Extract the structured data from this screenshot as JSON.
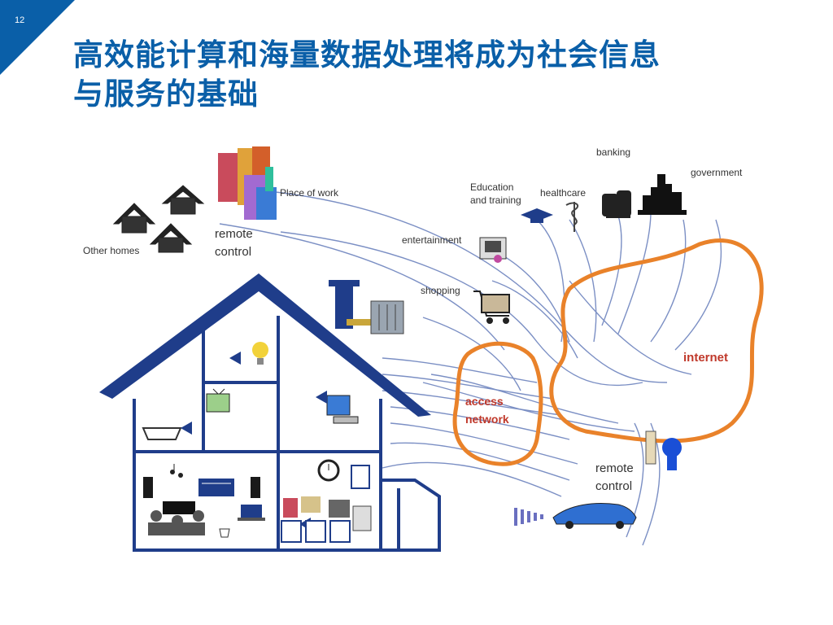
{
  "page_number": "12",
  "title": {
    "line1": "高效能计算和海量数据处理将成为社会信息",
    "line2": "与服务的基础"
  },
  "colors": {
    "accent": "#0a5fa8",
    "house": "#1f3d8a",
    "network_outline": "#e9822a",
    "network_text": "#c0392b",
    "links": "#7b8fc4"
  },
  "labels": {
    "other_homes": "Other homes",
    "place_of_work": "Place of work",
    "remote_control_top_line1": "remote",
    "remote_control_top_line2": "control",
    "banking": "banking",
    "government": "government",
    "education_line1": "Education",
    "education_line2": "and training",
    "healthcare": "healthcare",
    "entertainment": "entertainment",
    "shopping": "shopping",
    "internet": "internet",
    "access_line1": "access",
    "access_line2": "network",
    "remote_control_bottom_line1": "remote",
    "remote_control_bottom_line2": "control"
  }
}
